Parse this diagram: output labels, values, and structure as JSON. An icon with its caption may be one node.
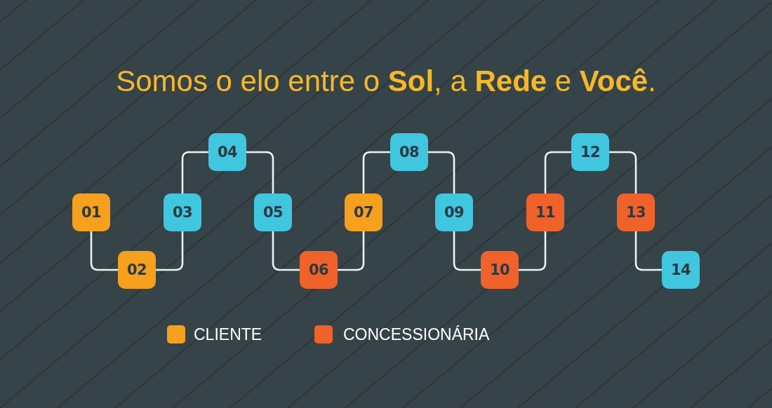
{
  "diagram": {
    "title": "Somos o elo entre o **Sol**, a **Rede** e **Você**.",
    "nodes": [
      {
        "text": [
          "01"
        ]
      },
      {
        "text": [
          "02"
        ]
      },
      {
        "text": [
          "03"
        ]
      },
      {
        "text": [
          "04"
        ]
      },
      {
        "text": [
          "05"
        ]
      },
      {
        "text": [
          "06"
        ]
      },
      {
        "text": [
          "07"
        ]
      },
      {
        "text": [
          "08"
        ]
      },
      {
        "text": [
          "09"
        ]
      },
      {
        "text": [
          "10"
        ]
      },
      {
        "text": [
          "11"
        ]
      },
      {
        "text": [
          "12"
        ]
      },
      {
        "text": [
          "13"
        ]
      },
      {
        "text": [
          "14"
        ]
      }
    ],
    "edges": [
      {
        "from": 0,
        "to": 1,
        "arrow": "none"
      },
      {
        "from": 1,
        "to": 2,
        "arrow": "none"
      },
      {
        "from": 2,
        "to": 3,
        "arrow": "none"
      },
      {
        "from": 3,
        "to": 4,
        "arrow": "none"
      },
      {
        "from": 4,
        "to": 5,
        "arrow": "none"
      },
      {
        "from": 5,
        "to": 6,
        "arrow": "none"
      },
      {
        "from": 6,
        "to": 7,
        "arrow": "none"
      },
      {
        "from": 7,
        "to": 8,
        "arrow": "none"
      },
      {
        "from": 8,
        "to": 9,
        "arrow": "none"
      },
      {
        "from": 9,
        "to": 10,
        "arrow": "none"
      },
      {
        "from": 10,
        "to": 11,
        "arrow": "none"
      },
      {
        "from": 11,
        "to": 12,
        "arrow": "none"
      },
      {
        "from": 12,
        "to": 13,
        "arrow": "none"
      }
    ],
    "legend": [
      {
        "text": "CLIENTE",
        "color": "#f6a01e"
      },
      {
        "text": "CONCESSIONÁRIA",
        "color": "#f1612a"
      }
    ]
  }
}
